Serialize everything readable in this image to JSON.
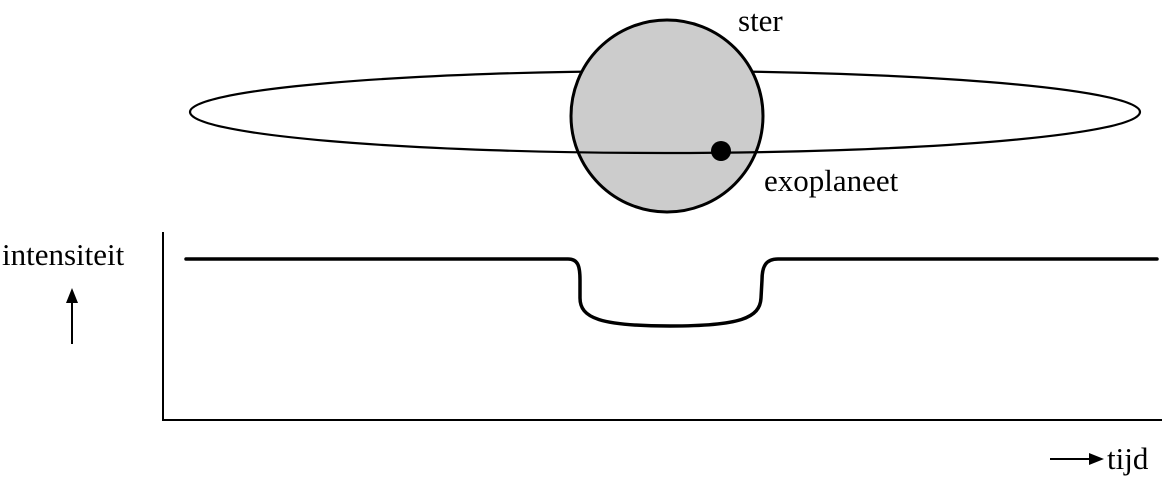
{
  "labels": {
    "star": "ster",
    "planet": "exoplaneet",
    "y_axis": "intensiteit",
    "x_axis": "tijd"
  },
  "colors": {
    "star_fill": "#cccccc",
    "ink": "#000000",
    "background": "#ffffff"
  },
  "icons": {
    "y_axis_arrow": "arrow-up-icon",
    "x_axis_arrow": "arrow-right-icon"
  }
}
